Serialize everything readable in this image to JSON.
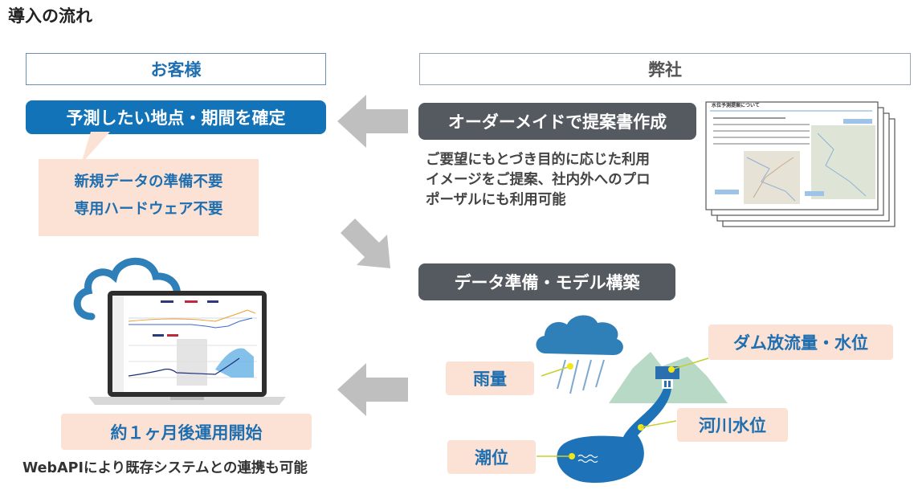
{
  "page": {
    "title": "導入の流れ"
  },
  "columns": {
    "customer": "お客様",
    "company": "弊社"
  },
  "customer_steps": {
    "decide": "予測したい地点・期間を確定",
    "benefits": [
      "新規データの準備不要",
      "専用ハードウェア不要"
    ],
    "start": "約１ヶ月後運用開始",
    "note": "WebAPIにより既存システムとの連携も可能"
  },
  "company_steps": {
    "proposal": "オーダーメイドで提案書作成",
    "proposal_desc": [
      "ご要望にもとづき目的に応じた利用",
      "イメージをご提案、社内外へのプロ",
      "ポーザルにも利用可能"
    ],
    "model": "データ準備・モデル構築"
  },
  "data_labels": {
    "rain": "雨量",
    "dam": "ダム放流量・水位",
    "river": "河川水位",
    "tide": "潮位"
  },
  "proposal_doc": {
    "heading": "水位予測提案について"
  },
  "colors": {
    "blue": "#1273b8",
    "peach": "#fbe2d4",
    "dark_pill": "#555a60",
    "arrow": "#bfbfbf",
    "mountain": "#b7d9c6",
    "cloud": "#2f7fb8"
  },
  "icons": {
    "cloud": "cloud-icon",
    "laptop": "laptop-icon",
    "rain_cloud": "rain-cloud-icon",
    "dam": "dam-mountain-icon",
    "river": "river-icon"
  }
}
